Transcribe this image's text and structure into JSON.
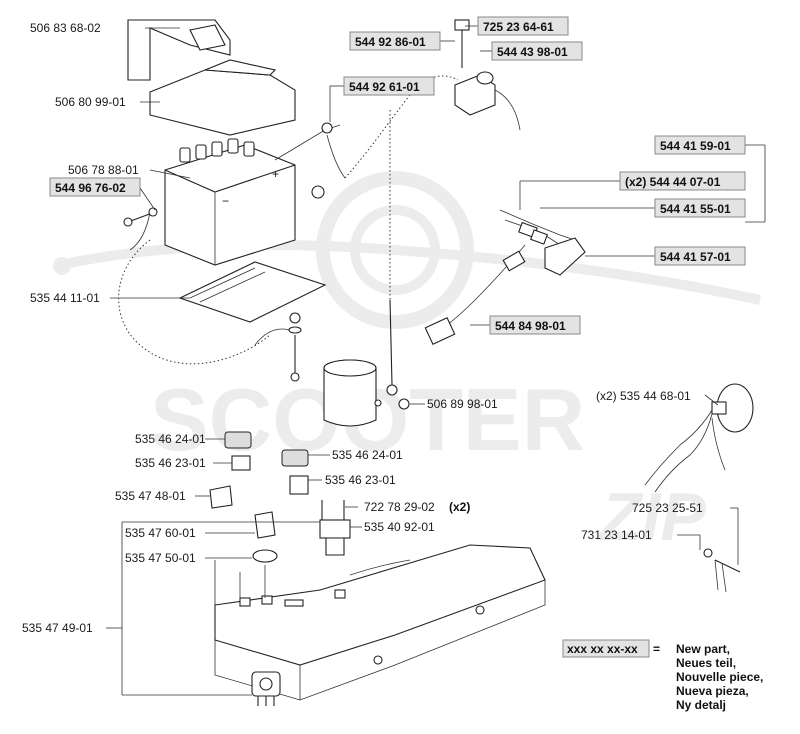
{
  "watermark": {
    "main": "SCOOTER",
    "script": "ZIP"
  },
  "labels": {
    "p_506_83_68_02": "506 83 68-02",
    "p_506_80_99_01": "506 80 99-01",
    "p_506_78_88_01": "506 78 88-01",
    "p_544_96_76_02": "544 96 76-02",
    "p_535_44_11_01": "535 44 11-01",
    "p_725_23_64_61": "725 23 64-61",
    "p_544_92_86_01": "544 92 86-01",
    "p_544_43_98_01": "544 43 98-01",
    "p_544_92_61_01": "544 92 61-01",
    "p_544_41_59_01": "544 41 59-01",
    "p_544_44_07_01": "(x2) 544 44 07-01",
    "p_544_41_55_01": "544 41 55-01",
    "p_544_41_57_01": "544 41 57-01",
    "p_544_84_98_01": "544 84 98-01",
    "p_506_89_98_01": "506 89 98-01",
    "p_535_44_68_01": "(x2) 535 44 68-01",
    "p_535_46_24_01a": "535 46 24-01",
    "p_535_46_23_01a": "535 46 23-01",
    "p_535_46_24_01b": "535 46 24-01",
    "p_535_46_23_01b": "535 46 23-01",
    "p_535_47_48_01": "535 47 48-01",
    "p_722_78_29_02": "722 78 29-02",
    "p_722_78_29_02_qty": "(x2)",
    "p_535_40_92_01": "535 40 92-01",
    "p_535_47_60_01": "535 47 60-01",
    "p_535_47_50_01": "535 47 50-01",
    "p_535_47_49_01": "535 47 49-01",
    "p_725_23_25_51": "725 23 25-51",
    "p_731_23_14_01": "731 23 14-01"
  },
  "legend": {
    "code": "xxx xx xx-xx",
    "equals": "=",
    "lines": [
      "New part,",
      "Neues teil,",
      "Nouvelle piece,",
      "Nueva pieza,",
      "Ny detalj"
    ]
  }
}
